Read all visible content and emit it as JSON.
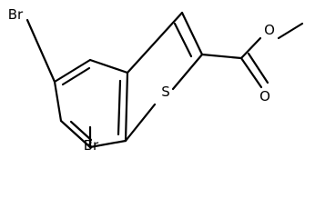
{
  "molecule": {
    "atoms": {
      "br_top": "Br",
      "br_bottom": "Br",
      "sulfur": "S",
      "oxygen_ether": "O",
      "oxygen_carbonyl": "O"
    }
  }
}
